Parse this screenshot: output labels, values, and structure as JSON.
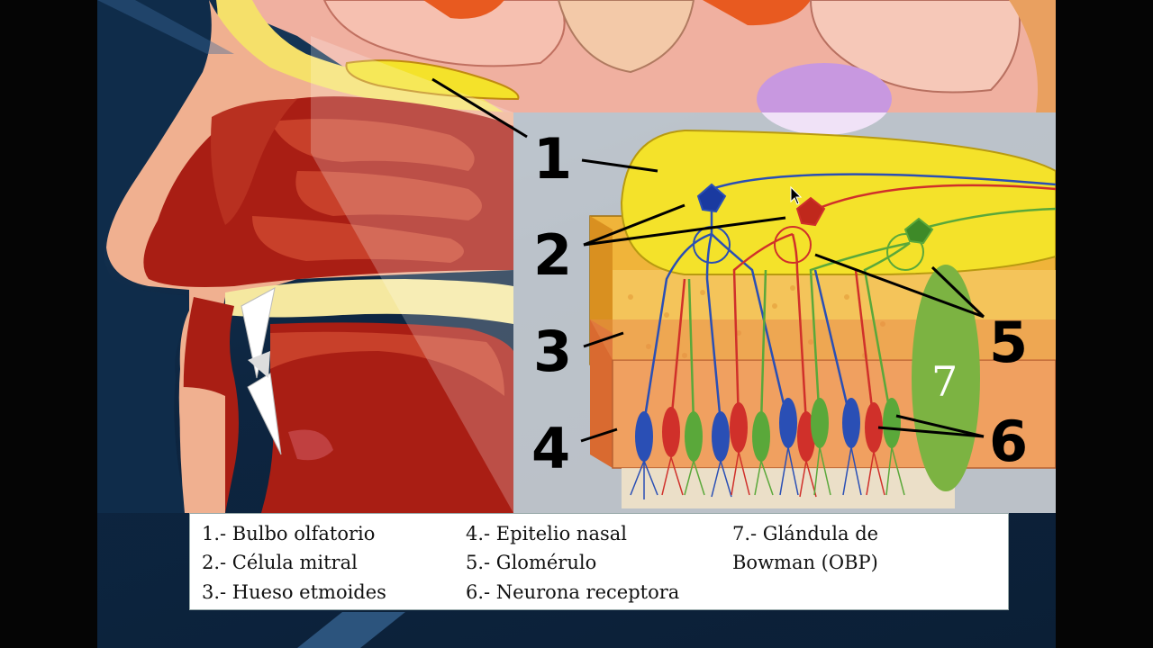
{
  "labels": {
    "n1": "1",
    "n2": "2",
    "n3": "3",
    "n4": "4",
    "n5": "5",
    "n6": "6",
    "n7": "7"
  },
  "legend": {
    "col1": [
      "1.- Bulbo olfatorio",
      "2.- Célula mitral",
      "3.- Hueso etmoides"
    ],
    "col2": [
      "4.- Epitelio nasal",
      "5.- Glomérulo",
      "6.- Neurona receptora"
    ],
    "col3": [
      "7.- Glándula de",
      "Bowman (OBP)"
    ]
  },
  "colors": {
    "bulb": "#f4e22a",
    "bone": "#f0b43a",
    "epithelium": "#f0a060",
    "gland": "#7cb342",
    "neuron_blue": "#2a4fb5",
    "neuron_red": "#d0302a",
    "neuron_green": "#5aa83a",
    "tissue_red": "#a91e14"
  }
}
